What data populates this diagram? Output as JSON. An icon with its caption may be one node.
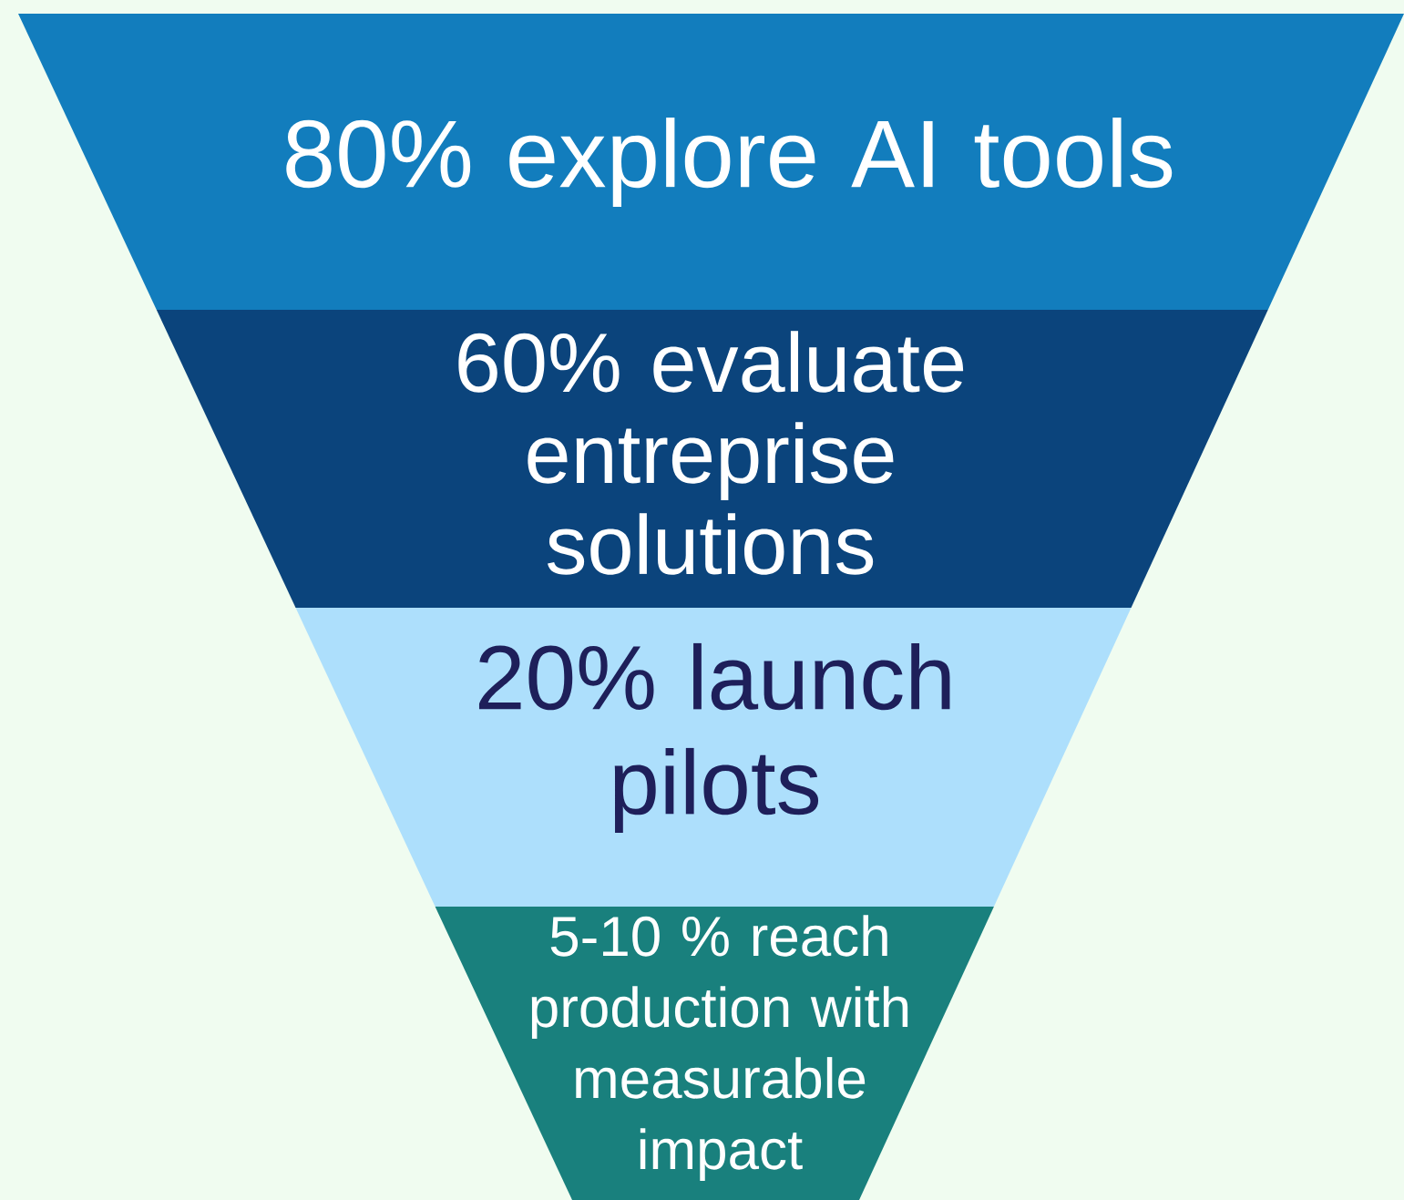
{
  "diagram": {
    "nodes": [
      {
        "text": [
          "80% explore AI tools"
        ]
      },
      {
        "text": [
          "60% evaluate entreprise solutions"
        ]
      },
      {
        "text": [
          "20% launch pilots"
        ]
      },
      {
        "text": [
          "5-10 % reach production with measurable impact"
        ]
      }
    ]
  }
}
